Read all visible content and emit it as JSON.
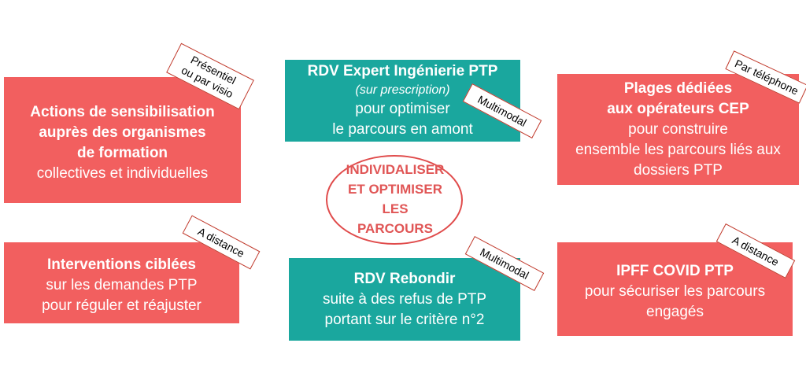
{
  "boxes": {
    "sensibilisation": {
      "bold": [
        "Actions de sensibilisation",
        "auprès des organismes",
        "de formation"
      ],
      "normal": [
        "collectives et individuelles"
      ],
      "tag": [
        "Présentiel",
        "ou par visio"
      ]
    },
    "expert": {
      "bold": [
        "RDV Expert Ingénierie PTP"
      ],
      "italic": "(sur prescription)",
      "normal": [
        "pour optimiser",
        "le parcours en amont"
      ],
      "tag": [
        "Multimodal"
      ]
    },
    "plages": {
      "bold": [
        "Plages dédiées",
        "aux opérateurs CEP"
      ],
      "normal": [
        "pour construire",
        "ensemble les parcours liés aux",
        "dossiers PTP"
      ],
      "tag": [
        "Par téléphone"
      ]
    },
    "interventions": {
      "bold": [
        "Interventions ciblées"
      ],
      "normal": [
        "sur les demandes PTP",
        "pour réguler et réajuster"
      ],
      "tag": [
        "A distance"
      ]
    },
    "rebondir": {
      "bold": [
        "RDV Rebondir"
      ],
      "normal": [
        "suite à des refus de PTP",
        "portant sur le critère n°2"
      ],
      "tag": [
        "Multimodal"
      ]
    },
    "ipff": {
      "bold": [
        "IPFF COVID PTP"
      ],
      "normal": [
        "pour sécuriser les parcours",
        "engagés"
      ],
      "tag": [
        "A distance"
      ]
    }
  },
  "center": [
    "INDIVIDALISER",
    "ET OPTIMISER",
    "LES",
    "PARCOURS"
  ],
  "colors": {
    "red": "#f25f5f",
    "teal": "#1aa79e",
    "center_text": "#e05555"
  }
}
